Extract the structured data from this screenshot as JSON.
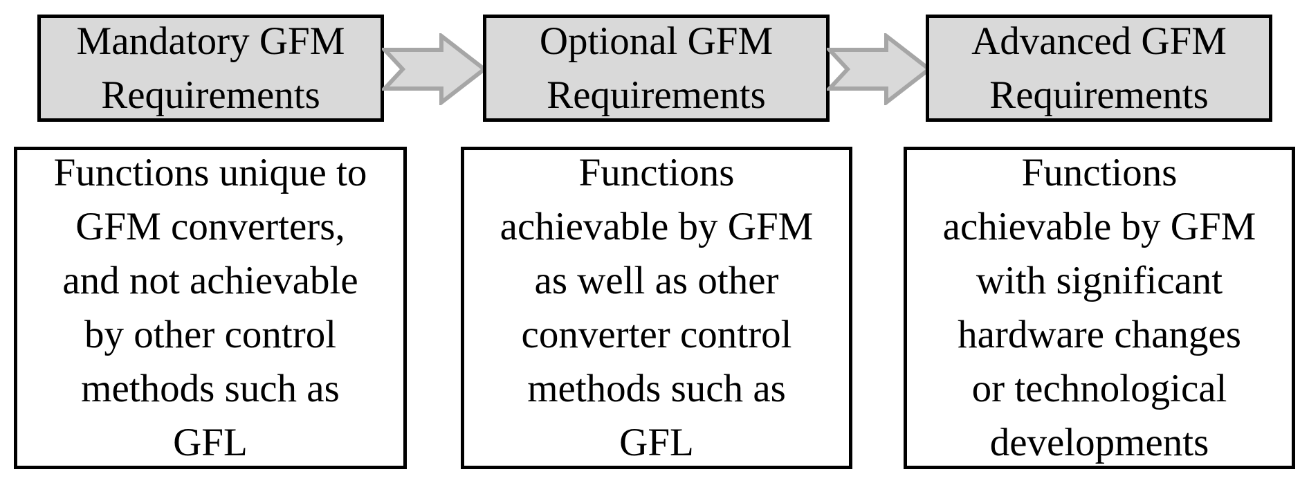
{
  "colors": {
    "header_fill": "#d9d9d9",
    "arrow_fill": "#d9d9d9",
    "arrow_stroke": "#a6a6a6",
    "border": "#000000"
  },
  "stages": [
    {
      "title": "Mandatory GFM\nRequirements",
      "description": "Functions unique to\nGFM converters,\nand not achievable\nby other control\nmethods such as\nGFL"
    },
    {
      "title": "Optional GFM\nRequirements",
      "description": "Functions\nachievable by GFM\nas well as other\nconverter control\nmethods such as\nGFL"
    },
    {
      "title": "Advanced GFM\nRequirements",
      "description": "Functions\nachievable by GFM\nwith significant\nhardware changes\nor technological\ndevelopments"
    }
  ],
  "arrows": [
    {
      "icon": "right-arrow-icon"
    },
    {
      "icon": "right-arrow-icon"
    }
  ]
}
